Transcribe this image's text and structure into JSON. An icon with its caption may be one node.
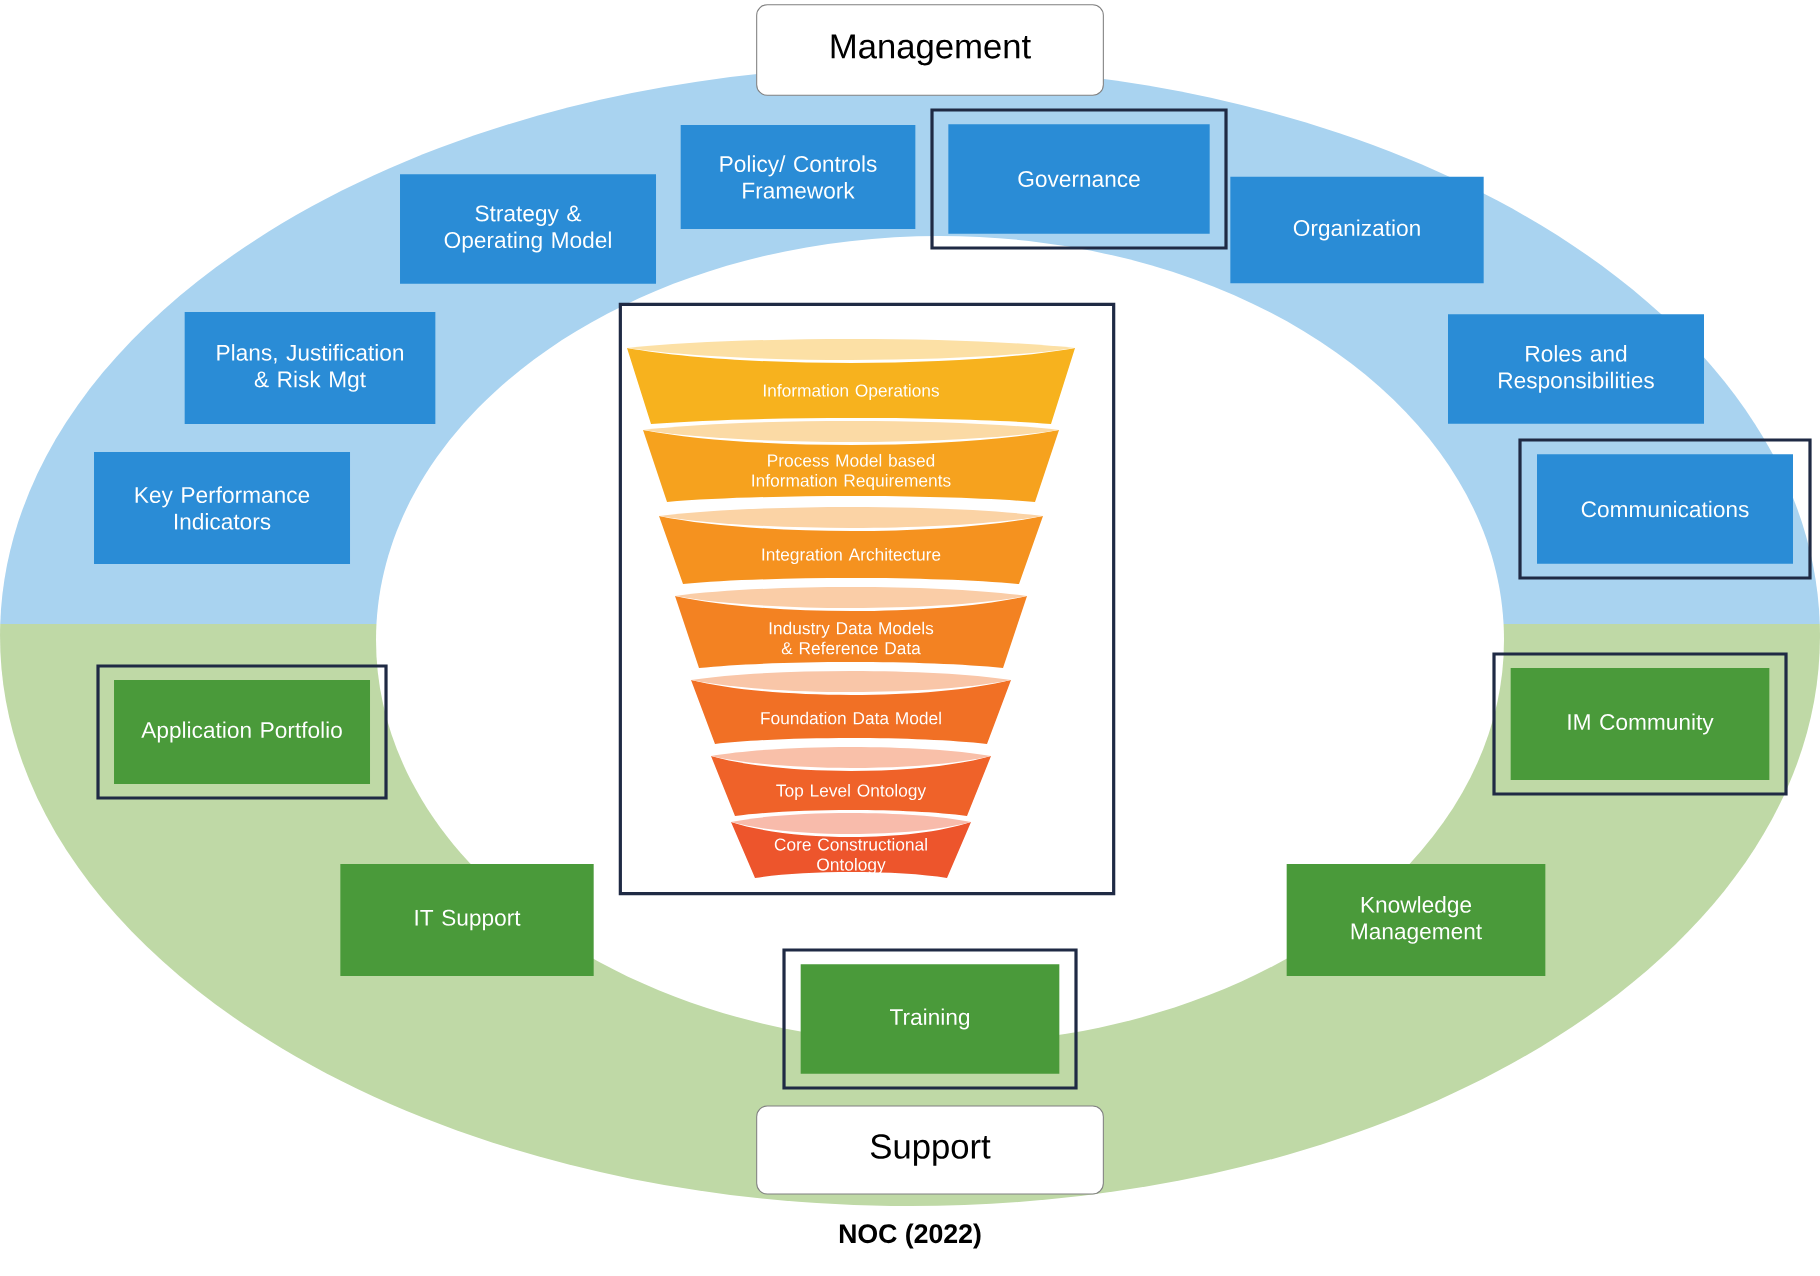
{
  "diagram": {
    "caption": "NOC (2022)",
    "nodes": [
      {
        "text": [
          "Management"
        ]
      },
      {
        "text": [
          "Policy/ Controls Framework"
        ]
      },
      {
        "text": [
          "Governance"
        ]
      },
      {
        "text": [
          "Strategy & Operating Model"
        ]
      },
      {
        "text": [
          "Plans, Justification & Risk Mgt"
        ]
      },
      {
        "text": [
          "Key Performance Indicators"
        ]
      },
      {
        "text": [
          "Organization"
        ]
      },
      {
        "text": [
          "Roles and Responsibilities"
        ]
      },
      {
        "text": [
          "Communications"
        ]
      },
      {
        "text": [
          "Application Portfolio"
        ]
      },
      {
        "text": [
          "IT Support"
        ]
      },
      {
        "text": [
          "Training"
        ]
      },
      {
        "text": [
          "IM Community"
        ]
      },
      {
        "text": [
          "Knowledge Management"
        ]
      },
      {
        "text": [
          "Support"
        ]
      },
      {
        "text": [],
        "shape": "box"
      },
      {
        "text": [
          "Information Operations"
        ],
        "in": 15
      },
      {
        "text": [
          "Process Model based Information Requirements"
        ],
        "in": 15
      },
      {
        "text": [
          "Integration Architecture"
        ],
        "in": 15
      },
      {
        "text": [
          "Industry Data Models & Reference Data"
        ],
        "in": 15
      },
      {
        "text": [
          "Foundation Data Model"
        ],
        "in": 15
      },
      {
        "text": [
          "Top Level Ontology"
        ],
        "in": 15
      },
      {
        "text": [
          "Core Constructional Ontology"
        ],
        "in": 15
      }
    ],
    "edges": []
  }
}
